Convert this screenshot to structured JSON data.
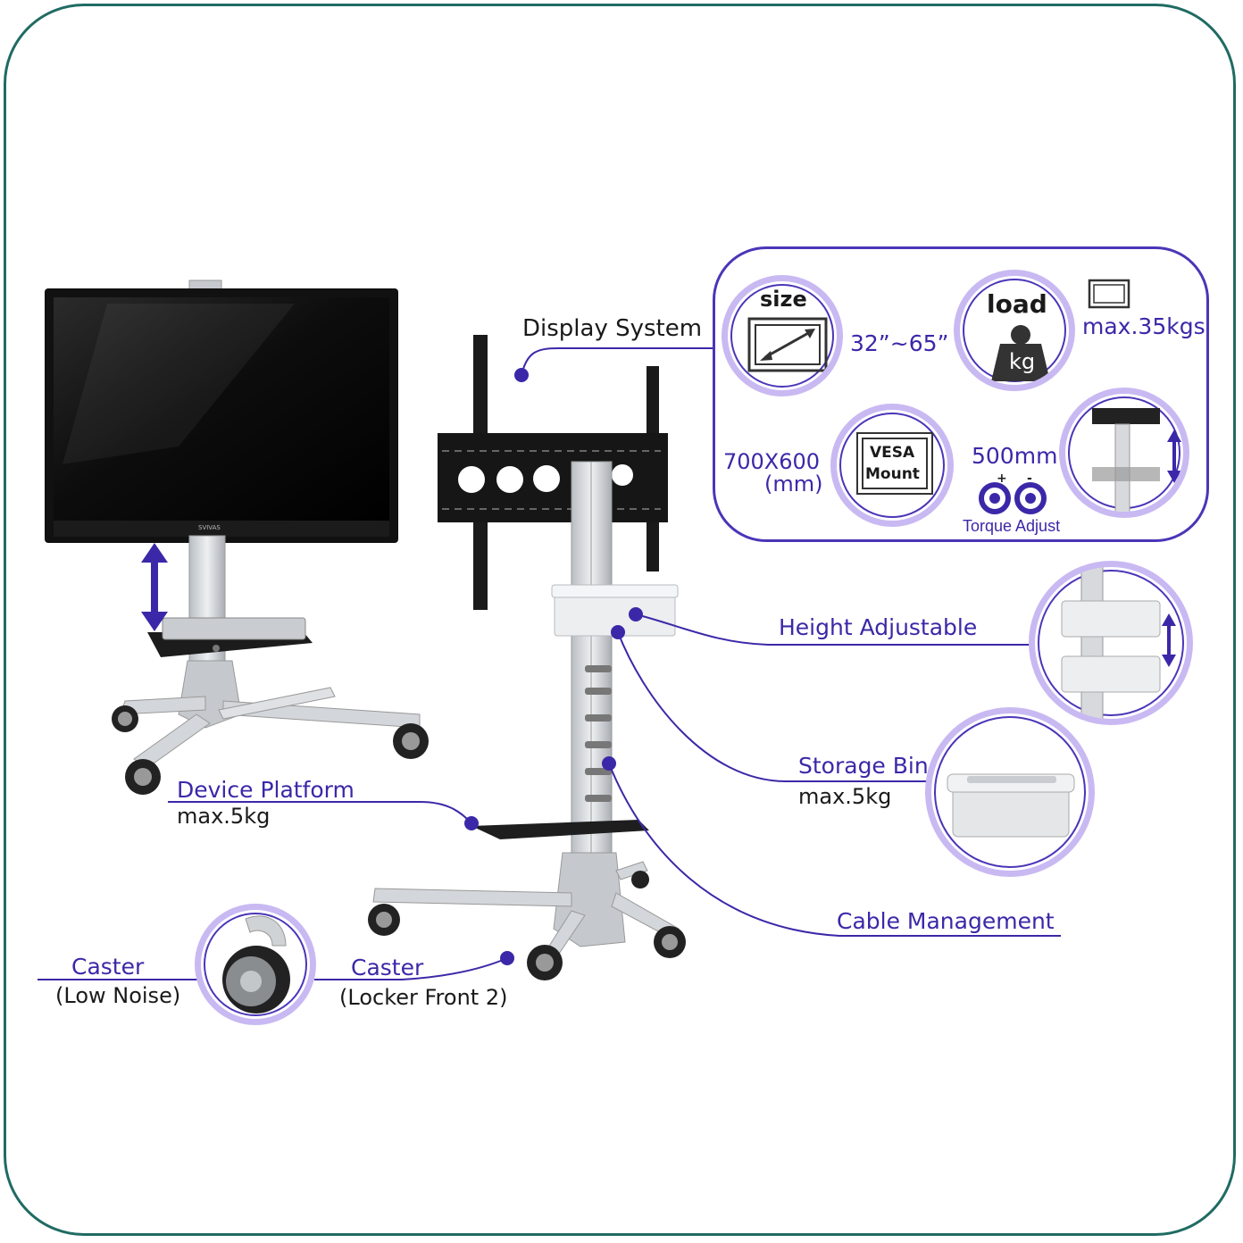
{
  "labels": {
    "display_system": "Display System",
    "size_word": "size",
    "size_value": "32”~65”",
    "load_word": "load",
    "load_kg": "kg",
    "load_value": "max.35kgs",
    "vesa_line1": "VESA",
    "vesa_line2": "Mount",
    "vesa_value_line1": "700X600",
    "vesa_value_line2": "(mm)",
    "height_range": "500mm",
    "torque": "Torque Adjust",
    "height_adjustable": "Height Adjustable",
    "storage_bin": "Storage Bin",
    "storage_bin_max": "max.5kg",
    "device_platform": "Device Platform",
    "device_platform_max": "max.5kg",
    "cable_management": "Cable Management",
    "caster1": "Caster",
    "caster1_sub": "(Low Noise)",
    "caster2": "Caster",
    "caster2_sub": "(Locker Front 2)",
    "tv_brand": "SVIVAS"
  },
  "colors": {
    "accent": "#3b28a8",
    "ring": "#c9b9f2",
    "frame": "#1f6b63"
  }
}
